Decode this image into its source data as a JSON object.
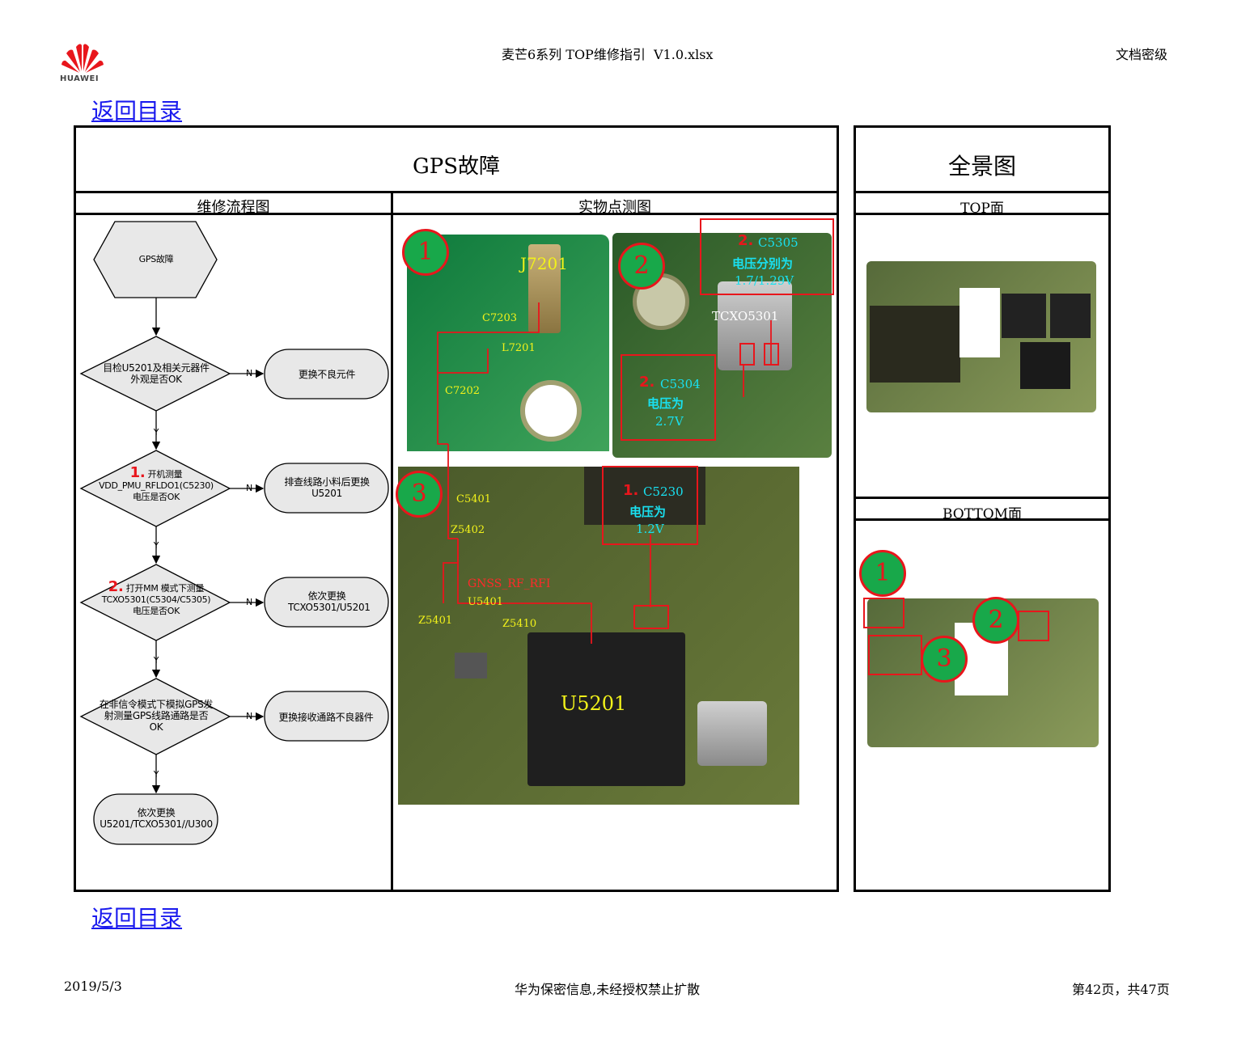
{
  "header": {
    "brand": "HUAWEI",
    "doc_title": "麦芒6系列 TOP维修指引  V1.0.xlsx",
    "security_label": "文档密级"
  },
  "nav": {
    "back_top": "返回目录",
    "back_bottom": "返回目录"
  },
  "main": {
    "title": "GPS故障",
    "flow_header": "维修流程图",
    "photo_header": "实物点测图"
  },
  "side": {
    "title": "全景图",
    "top_label": "TOP面",
    "bottom_label": "BOTTOM面"
  },
  "flow": {
    "start": "GPS故障",
    "d1": "目检U5201及相关元器件外观是否OK",
    "r1": "更换不良元件",
    "d2_num": "1.",
    "d2_a": "开机测量",
    "d2_b": "VDD_PMU_RFLDO1(C5230)",
    "d2_c": "电压是否OK",
    "r2": "排查线路小料后更换U5201",
    "d3_num": "2.",
    "d3_a": "打开MM 模式下测量",
    "d3_b": "TCXO5301(C5304/C5305)",
    "d3_c": "电压是否OK",
    "r3": "依次更换TCXO5301/U5201",
    "d4": "在非信令模式下模拟GPS发射测量GPS线路通路是否OK",
    "r4": "更换接收通路不良器件",
    "end": "依次更换U5201/TCXO5301//U300",
    "yes": "Y",
    "no": "N"
  },
  "photo": {
    "badges": [
      "1",
      "2",
      "3"
    ],
    "labels_yellow": [
      "J7201",
      "C7203",
      "L7201",
      "C7202",
      "C5401",
      "Z5402",
      "U5401",
      "Z5401",
      "Z5410",
      "U5201"
    ],
    "tcxo": "TCXO5301",
    "gnss": "GNSS_RF_RFI",
    "c5305_num": "2.",
    "c5305": "C5305",
    "c5305_desc": "电压分别为",
    "c5305_val": "1.7/1.29V",
    "c5304_num": "2.",
    "c5304": "C5304",
    "c5304_desc": "电压为",
    "c5304_val": "2.7V",
    "c5230_num": "1.",
    "c5230": "C5230",
    "c5230_desc": "电压为",
    "c5230_val": "1.2V"
  },
  "overview": {
    "badges": [
      "1",
      "2",
      "3"
    ]
  },
  "footer": {
    "date": "2019/5/3",
    "confidential": "华为保密信息,未经授权禁止扩散",
    "page": "第42页，共47页"
  },
  "colors": {
    "link": "#1a1aee",
    "accent_red": "#e8161c",
    "badge_green": "#18a84a",
    "pcb_green": "#4a5a2a"
  }
}
